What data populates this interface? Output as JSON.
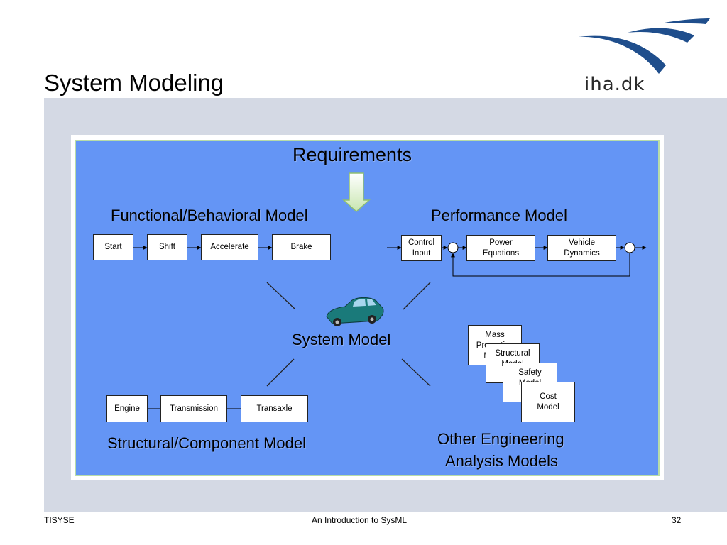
{
  "slide": {
    "title": "System Modeling",
    "logo_text": "iha.dk"
  },
  "diagram": {
    "center_label": "System Model",
    "requirements_label": "Requirements",
    "functional": {
      "title": "Functional/Behavioral Model",
      "steps": [
        "Start",
        "Shift",
        "Accelerate",
        "Brake"
      ]
    },
    "performance": {
      "title": "Performance Model",
      "blocks": [
        "Control\nInput",
        "Power\nEquations",
        "Vehicle\nDynamics"
      ]
    },
    "structural": {
      "title": "Structural/Component Model",
      "components": [
        "Engine",
        "Transmission",
        "Transaxle"
      ]
    },
    "analysis": {
      "title_line1": "Other Engineering",
      "title_line2": "Analysis Models",
      "stack": [
        "Mass\nProperties\nModel",
        "Structural\nModel",
        "Safety\nModel",
        "Cost\nModel"
      ]
    }
  },
  "footer": {
    "left": "TISYSE",
    "center": "An Introduction to SysML",
    "page": "32"
  },
  "colors": {
    "canvas": "#6495f5",
    "slide_bg": "#d4d9e4",
    "logo_blue": "#1f4e8c",
    "car": "#1a7a7a"
  }
}
